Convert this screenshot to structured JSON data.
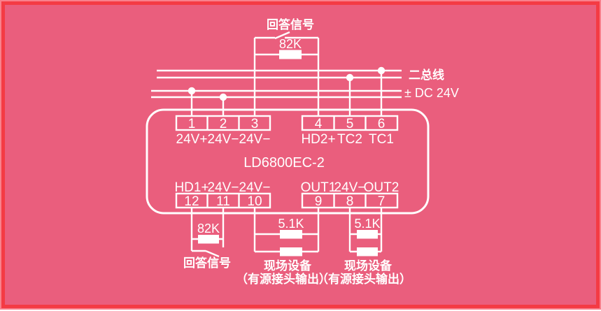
{
  "frame": {
    "colors": {
      "background": "#ea5e7d",
      "border_inner": "#f43b44",
      "border_outer": "#f8808c",
      "line": "#ffffff"
    }
  },
  "device": {
    "model": "LD6800EC-2"
  },
  "bus": {
    "two_wire_label": "二总线",
    "power_label": "± DC 24V"
  },
  "terminals_top": [
    {
      "number": "1",
      "label": "24V+"
    },
    {
      "number": "2",
      "label": "24V−"
    },
    {
      "number": "3",
      "label": "24V−"
    },
    {
      "number": "4",
      "label": "HD2+"
    },
    {
      "number": "5",
      "label": "TC2"
    },
    {
      "number": "6",
      "label": "TC1"
    }
  ],
  "terminals_bottom": [
    {
      "number": "12",
      "label": "HD1+"
    },
    {
      "number": "11",
      "label": "24V−"
    },
    {
      "number": "10",
      "label": "24V−"
    },
    {
      "number": "9",
      "label": "OUT1"
    },
    {
      "number": "8",
      "label": "24V−"
    },
    {
      "number": "7",
      "label": "OUT2"
    }
  ],
  "top_circuit": {
    "resistor": "82K",
    "switch_label": "回答信号"
  },
  "bottom_left_circuit": {
    "resistor": "82K",
    "switch_label": "回答信号"
  },
  "field_circuits": [
    {
      "resistor": "5.1K",
      "device_label": "现场设备",
      "note": "（有源接头输出）"
    },
    {
      "resistor": "5.1K",
      "device_label": "现场设备",
      "note": "（有源接头输出）"
    }
  ]
}
